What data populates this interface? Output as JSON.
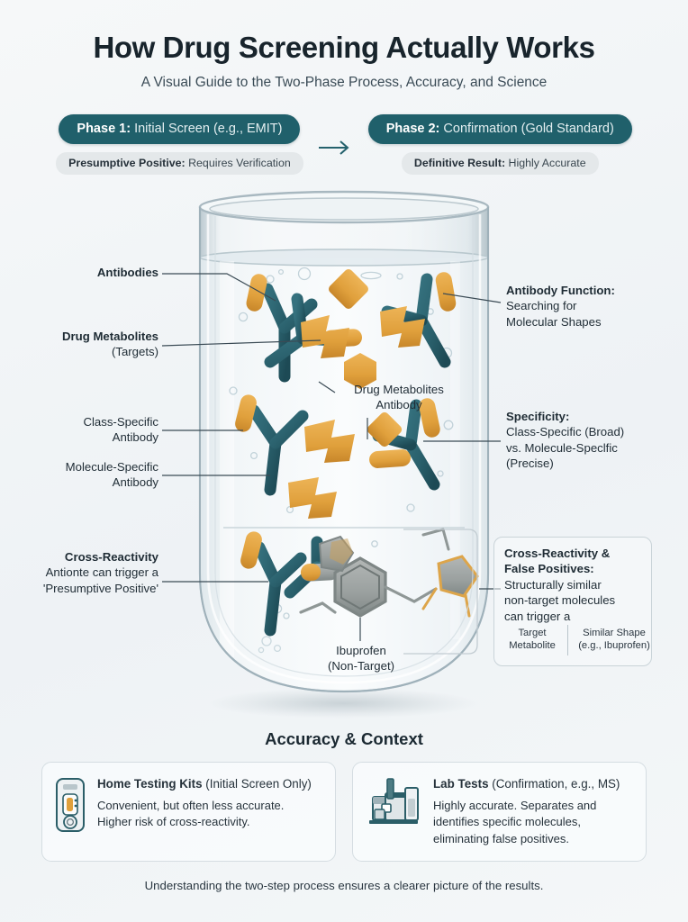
{
  "header": {
    "title": "How Drug Screening Actually Works",
    "subtitle": "A Visual Guide to the Two-Phase Process, Accuracy, and Science"
  },
  "phases": {
    "arrow_icon": "arrow-right-icon",
    "items": [
      {
        "badge_bold": "Phase 1:",
        "badge_rest": " Initial Screen (e.g., EMIT)",
        "sub_bold": "Presumptive Positive:",
        "sub_rest": " Requires Verification"
      },
      {
        "badge_bold": "Phase 2:",
        "badge_rest": " Confirmation (Gold Standard)",
        "sub_bold": "Definitive Result:",
        "sub_rest": " Highly Accurate"
      }
    ]
  },
  "illustration": {
    "scene_name": "beaker-with-antibodies-and-metabolites",
    "colors": {
      "antibody": "#2c6470",
      "antibody_dark": "#1f4e58",
      "metabolite": "#e3a341",
      "metabolite_dark": "#c8862c",
      "glass": "#c8d4d9",
      "liquid": "#eef3f5",
      "nontarget": "#9aa0a0",
      "accent": "#20606b"
    },
    "callouts": [
      {
        "id": "antibodies",
        "side": "left",
        "head": "Antibodies",
        "lines": []
      },
      {
        "id": "drug-metabolites",
        "side": "left",
        "head": "Drug Metabolites",
        "lines": [
          "(Targets)"
        ]
      },
      {
        "id": "class-specific-antibody",
        "side": "left",
        "head": "",
        "lines": [
          "Class-Specific",
          "Antibody"
        ]
      },
      {
        "id": "molecule-specific-antibody",
        "side": "left",
        "head": "",
        "lines": [
          "Molecule-Specific",
          "Antibody"
        ]
      },
      {
        "id": "cross-reactivity",
        "side": "left",
        "head": "Cross-Reactivity",
        "lines": [
          "Antionte can trigger a",
          "'Presumptive Positive'"
        ]
      },
      {
        "id": "antibody-function",
        "side": "right",
        "head": "Antibody Function:",
        "lines": [
          "Searching for",
          "Molecular Shapes"
        ]
      },
      {
        "id": "specificity",
        "side": "right",
        "head": "Specificity:",
        "lines": [
          "Class-Specific (Broad)",
          "vs. Molecule-Speclfic",
          "(Precise)"
        ]
      },
      {
        "id": "cross-reactivity-false-positives",
        "side": "right",
        "head": "Cross-Reactivity &",
        "head2": "False Positives:",
        "lines": [
          "Structurally similar",
          "non-target molecules",
          "can trigger a"
        ]
      }
    ],
    "inner_labels": [
      {
        "id": "drug-metabolites-antibody",
        "lines": [
          "Drug Metabolites",
          "Antibody"
        ]
      },
      {
        "id": "ibuprofen",
        "lines": [
          "Ibuprofen",
          "(Non-Target)"
        ]
      }
    ],
    "legend": {
      "left": [
        "Target",
        "Metabolite"
      ],
      "right": [
        "Similar Shape",
        "(e.g., Ibuprofen)"
      ]
    }
  },
  "accuracy": {
    "heading": "Accuracy & Context",
    "cards": [
      {
        "icon": "home-test-cassette-icon",
        "title_bold": "Home Testing Kits",
        "title_rest": " (Initial Screen Only)",
        "body_lines": [
          "Convenient, but often less accurate.",
          "Higher risk of cross-reactivity."
        ]
      },
      {
        "icon": "gc-ms-instrument-icon",
        "title_bold": "Lab Tests",
        "title_rest": " (Confirmation, e.g., MS)",
        "body_lines": [
          "Highly accurate. Separates and",
          "identifies specific molecules,",
          "eliminating false positives."
        ]
      }
    ]
  },
  "footer": {
    "note": "Understanding the two-step process ensures a clearer picture of the results."
  }
}
